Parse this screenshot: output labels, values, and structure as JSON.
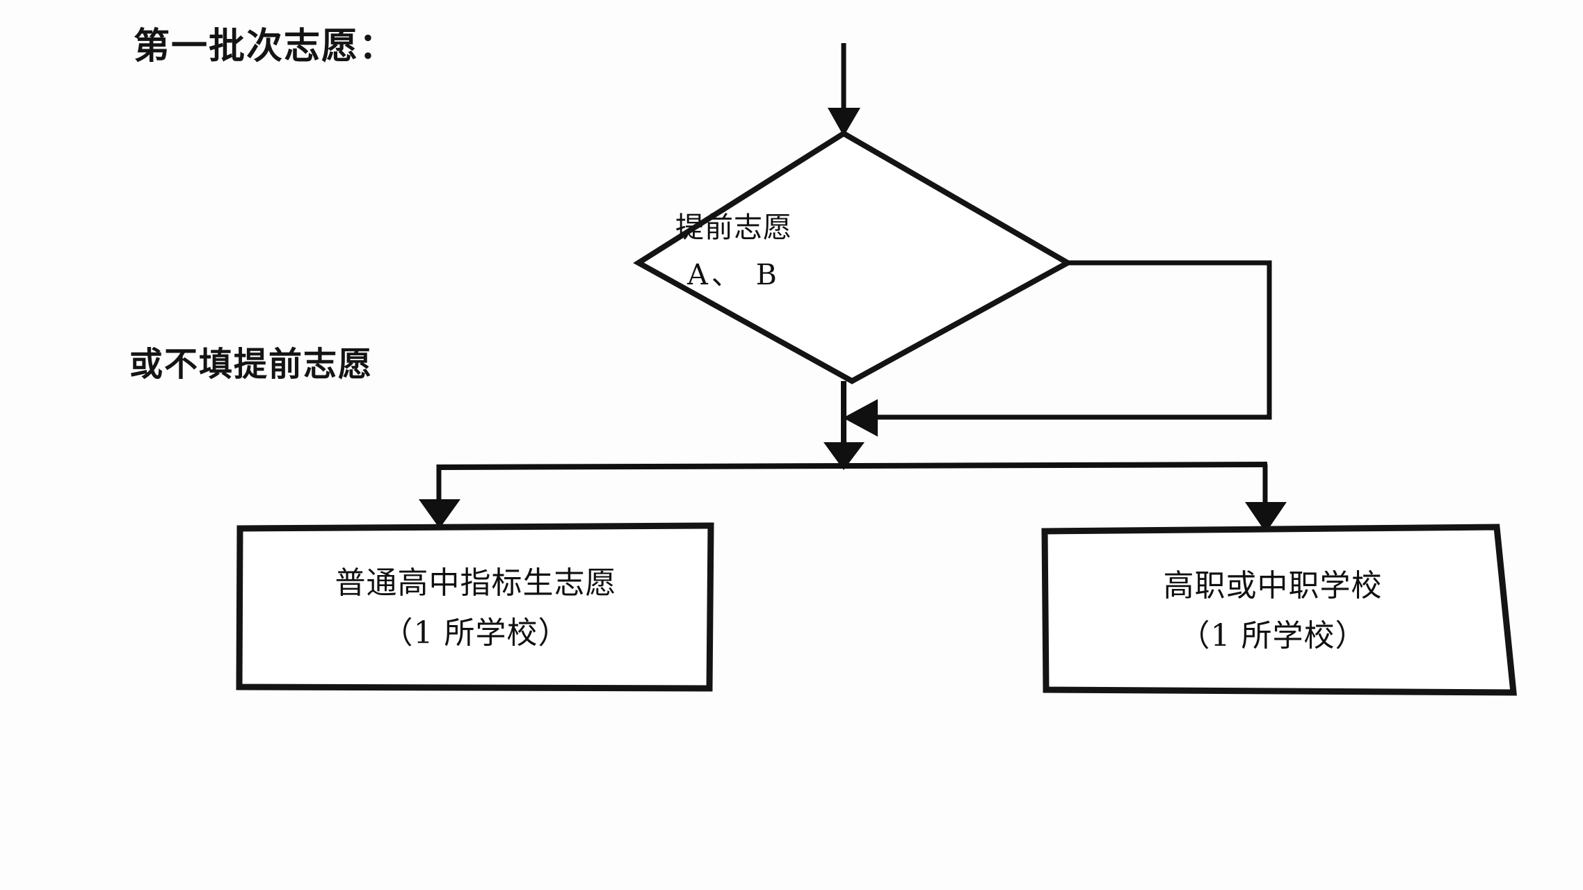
{
  "page": {
    "title": "第一批次志愿：",
    "side_note": "或不填提前志愿",
    "background_color": "#fdfdfd",
    "stroke_color": "#101010"
  },
  "flowchart": {
    "type": "flowchart",
    "orientation": "top-to-bottom",
    "nodes": [
      {
        "id": "entry",
        "shape": "arrow",
        "label": ""
      },
      {
        "id": "decision-advance-choice",
        "shape": "diamond",
        "line1": "提前志愿",
        "line2": "A、 B"
      },
      {
        "id": "box-indicator-student",
        "shape": "rectangle",
        "line1": "普通高中指标生志愿",
        "line2": "（1 所学校）"
      },
      {
        "id": "box-vocational-school",
        "shape": "rectangle",
        "line1": "高职或中职学校",
        "line2": "（1 所学校）"
      }
    ],
    "edges": [
      {
        "id": "edge-entry-to-decision",
        "from": "entry",
        "to": "decision-advance-choice",
        "label": ""
      },
      {
        "id": "edge-decision-bypass-loop",
        "from": "decision-advance-choice",
        "to": "merge-point",
        "label": ""
      },
      {
        "id": "edge-merge-to-split",
        "from": "decision-advance-choice",
        "to": "split-bar",
        "label": ""
      },
      {
        "id": "edge-split-to-left-box",
        "from": "split-bar",
        "to": "box-indicator-student",
        "label": ""
      },
      {
        "id": "edge-split-to-right-box",
        "from": "split-bar",
        "to": "box-vocational-school",
        "label": ""
      }
    ]
  }
}
